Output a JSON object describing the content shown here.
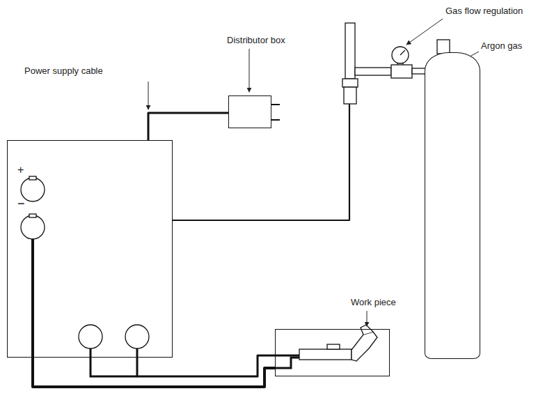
{
  "diagram": {
    "nodes": [
      {
        "text": [
          "+",
          "−"
        ]
      },
      {
        "text": [
          "Distributor box"
        ]
      },
      {
        "text": [
          "Argon gas"
        ]
      },
      {
        "text": [
          "Work piece"
        ]
      }
    ],
    "edges": [
      {
        "from": 0,
        "to": 1,
        "arrow": "none",
        "label": "Power supply cable"
      },
      {
        "from": 0,
        "to": 2,
        "arrow": "none"
      },
      {
        "from": 0,
        "to": 3,
        "arrow": "none"
      },
      {
        "from": 0,
        "to": 3,
        "arrow": "none"
      }
    ],
    "labels": [
      "Gas flow regulation"
    ]
  }
}
